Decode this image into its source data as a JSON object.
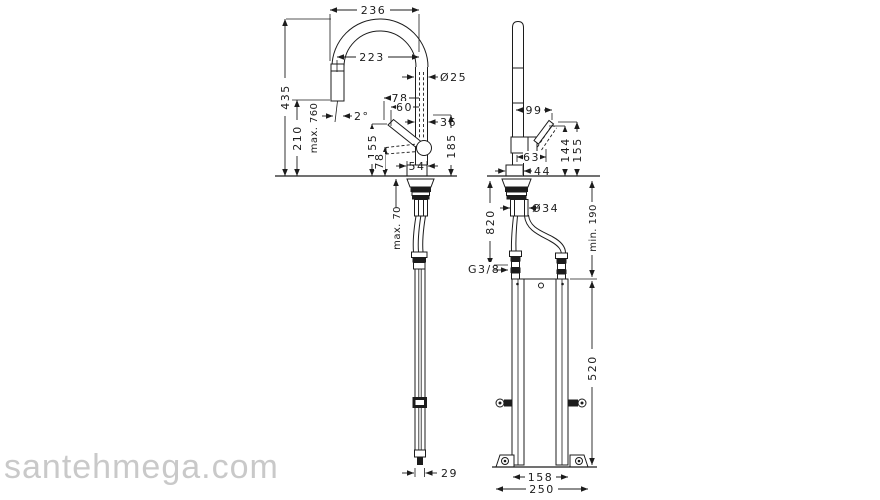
{
  "page": {
    "background": "#ffffff",
    "line_color": "#1c1c1c",
    "watermark": "santehmega.com"
  },
  "left_view": {
    "title": "faucet-side-elevation-with-pullout-spray",
    "dims": {
      "overall_width": "236",
      "spout_reach": "223",
      "spout_diameter": "Ø25",
      "overall_height": "435",
      "outlet_height": "210",
      "pullout_extension": "max. 760",
      "spray_angle": "2°",
      "offset_78": "78",
      "offset_60": "60",
      "column_diameter": "36",
      "height_155": "155",
      "height_78": "78",
      "height_185": "185",
      "base_width": "54",
      "deck_thickness": "max. 70",
      "hose_width": "29"
    }
  },
  "right_view": {
    "title": "faucet-rear-elevation-with-installation-box",
    "dims": {
      "handle_reach": "99",
      "body_depth": "63",
      "base_depth": "44",
      "height_144": "144",
      "height_155": "155",
      "shank_diameter": "Ø34",
      "hose_length": "820",
      "min_clearance": "min. 190",
      "thread_size": "G3/8",
      "box_height": "520",
      "box_width": "158",
      "base_span": "250"
    }
  }
}
